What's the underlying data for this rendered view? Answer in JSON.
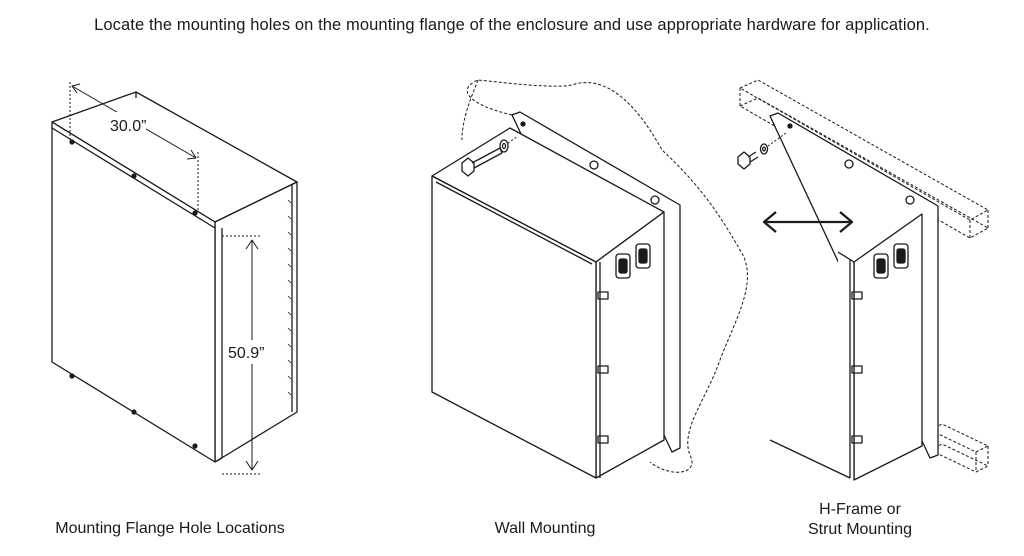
{
  "instruction": "Locate the mounting holes on the mounting flange of the enclosure and use appropriate hardware for application.",
  "dimensions": {
    "width_label": "30.0”",
    "height_label": "50.9”"
  },
  "captions": {
    "flange": "Mounting Flange Hole Locations",
    "wall": "Wall Mounting",
    "hframe_line1": "H-Frame or",
    "hframe_line2": "Strut Mounting"
  },
  "icons": [
    "double-arrow-icon",
    "bolt-icon",
    "washer-icon"
  ]
}
